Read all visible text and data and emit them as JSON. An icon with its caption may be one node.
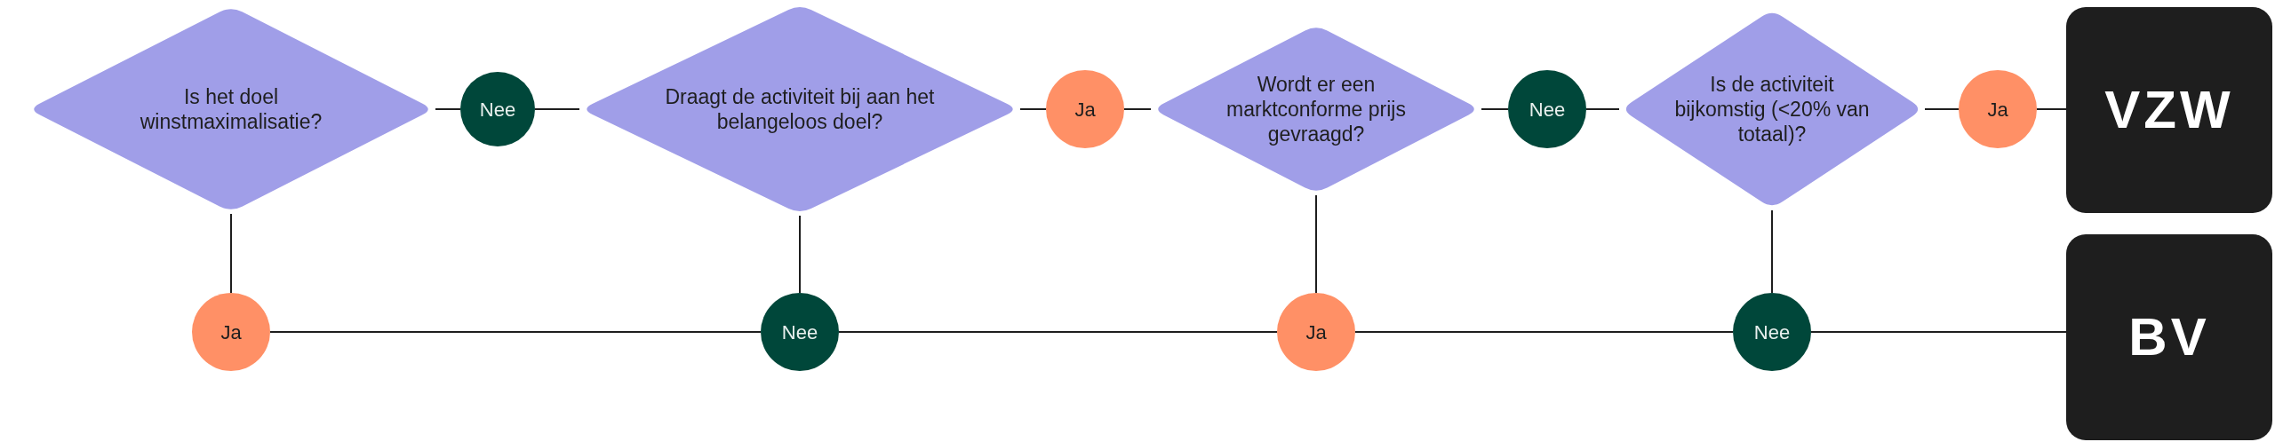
{
  "diagram": {
    "nodes": [
      {
        "text": [
          "Is het doel winstmaximalisatie?"
        ]
      },
      {
        "text": [
          "Nee"
        ]
      },
      {
        "text": [
          "Draagt de activiteit bij aan het belangeloos doel?"
        ]
      },
      {
        "text": [
          "Ja"
        ]
      },
      {
        "text": [
          "Wordt er een marktconforme prijs gevraagd?"
        ]
      },
      {
        "text": [
          "Nee"
        ]
      },
      {
        "text": [
          "Is de activiteit bijkomstig (<20% van totaal)?"
        ]
      },
      {
        "text": [
          "Ja"
        ]
      },
      {
        "text": [
          "VZW"
        ]
      },
      {
        "text": [
          "Ja"
        ]
      },
      {
        "text": [
          "Nee"
        ]
      },
      {
        "text": [
          "Ja"
        ]
      },
      {
        "text": [
          "Nee"
        ]
      },
      {
        "text": [
          "BV"
        ]
      }
    ],
    "edges": [
      {
        "from": 0,
        "to": 1,
        "arrow": "none"
      },
      {
        "from": 1,
        "to": 2,
        "arrow": "none"
      },
      {
        "from": 2,
        "to": 3,
        "arrow": "none"
      },
      {
        "from": 3,
        "to": 4,
        "arrow": "none"
      },
      {
        "from": 4,
        "to": 5,
        "arrow": "none"
      },
      {
        "from": 5,
        "to": 6,
        "arrow": "none"
      },
      {
        "from": 6,
        "to": 7,
        "arrow": "none"
      },
      {
        "from": 7,
        "to": 8,
        "arrow": "none"
      },
      {
        "from": 0,
        "to": 9,
        "arrow": "none"
      },
      {
        "from": 2,
        "to": 10,
        "arrow": "none"
      },
      {
        "from": 4,
        "to": 11,
        "arrow": "none"
      },
      {
        "from": 6,
        "to": 12,
        "arrow": "none"
      },
      {
        "from": 9,
        "to": 10,
        "arrow": "none"
      },
      {
        "from": 10,
        "to": 11,
        "arrow": "none"
      },
      {
        "from": 11,
        "to": 12,
        "arrow": "none"
      },
      {
        "from": 12,
        "to": 13,
        "arrow": "none"
      }
    ]
  }
}
